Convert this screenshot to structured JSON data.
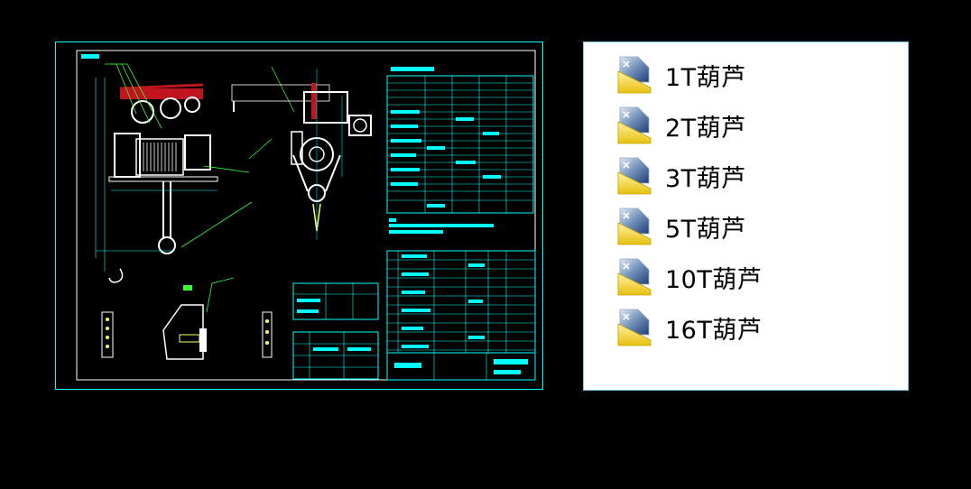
{
  "drawing": {
    "frame_color": "#00ffff",
    "hoist_color": "#ffffff",
    "rail_color": "#c0141e",
    "leader_color": "#33ff33"
  },
  "file_list": {
    "items": [
      {
        "label": "1T葫芦",
        "icon": "cad-file-icon"
      },
      {
        "label": "2T葫芦",
        "icon": "cad-file-icon"
      },
      {
        "label": "3T葫芦",
        "icon": "cad-file-icon"
      },
      {
        "label": "5T葫芦",
        "icon": "cad-file-icon"
      },
      {
        "label": "10T葫芦",
        "icon": "cad-file-icon"
      },
      {
        "label": "16T葫芦",
        "icon": "cad-file-icon"
      }
    ]
  }
}
